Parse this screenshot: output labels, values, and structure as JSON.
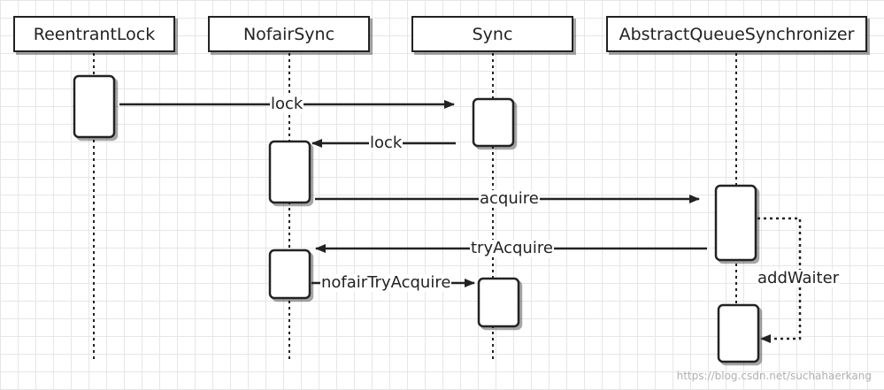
{
  "participants": {
    "reentrant_lock": "ReentrantLock",
    "nofair_sync": "NofairSync",
    "sync": "Sync",
    "aqs": "AbstractQueueSynchronizer"
  },
  "messages": {
    "lock_1": "lock",
    "lock_2": "lock",
    "acquire": "acquire",
    "try_acquire": "tryAcquire",
    "nofair_try_acquire": "nofairTryAcquire",
    "add_waiter": "addWaiter"
  },
  "watermark": "https://blog.csdn.net/suchahaerkang"
}
